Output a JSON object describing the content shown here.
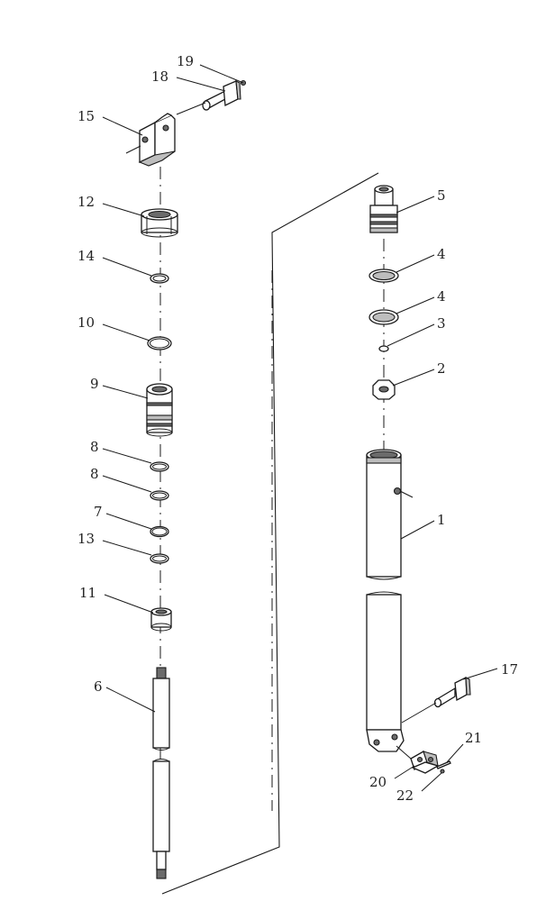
{
  "callouts": {
    "p1": "1",
    "p2": "2",
    "p3": "3",
    "p4a": "4",
    "p4b": "4",
    "p5": "5",
    "p6": "6",
    "p7": "7",
    "p8a": "8",
    "p8b": "8",
    "p9": "9",
    "p10": "10",
    "p11": "11",
    "p12": "12",
    "p13": "13",
    "p14": "14",
    "p15": "15",
    "p17": "17",
    "p18": "18",
    "p19": "19",
    "p20": "20",
    "p21": "21",
    "p22": "22"
  },
  "colors": {
    "line": "#1a1a1a",
    "background": "#ffffff"
  }
}
